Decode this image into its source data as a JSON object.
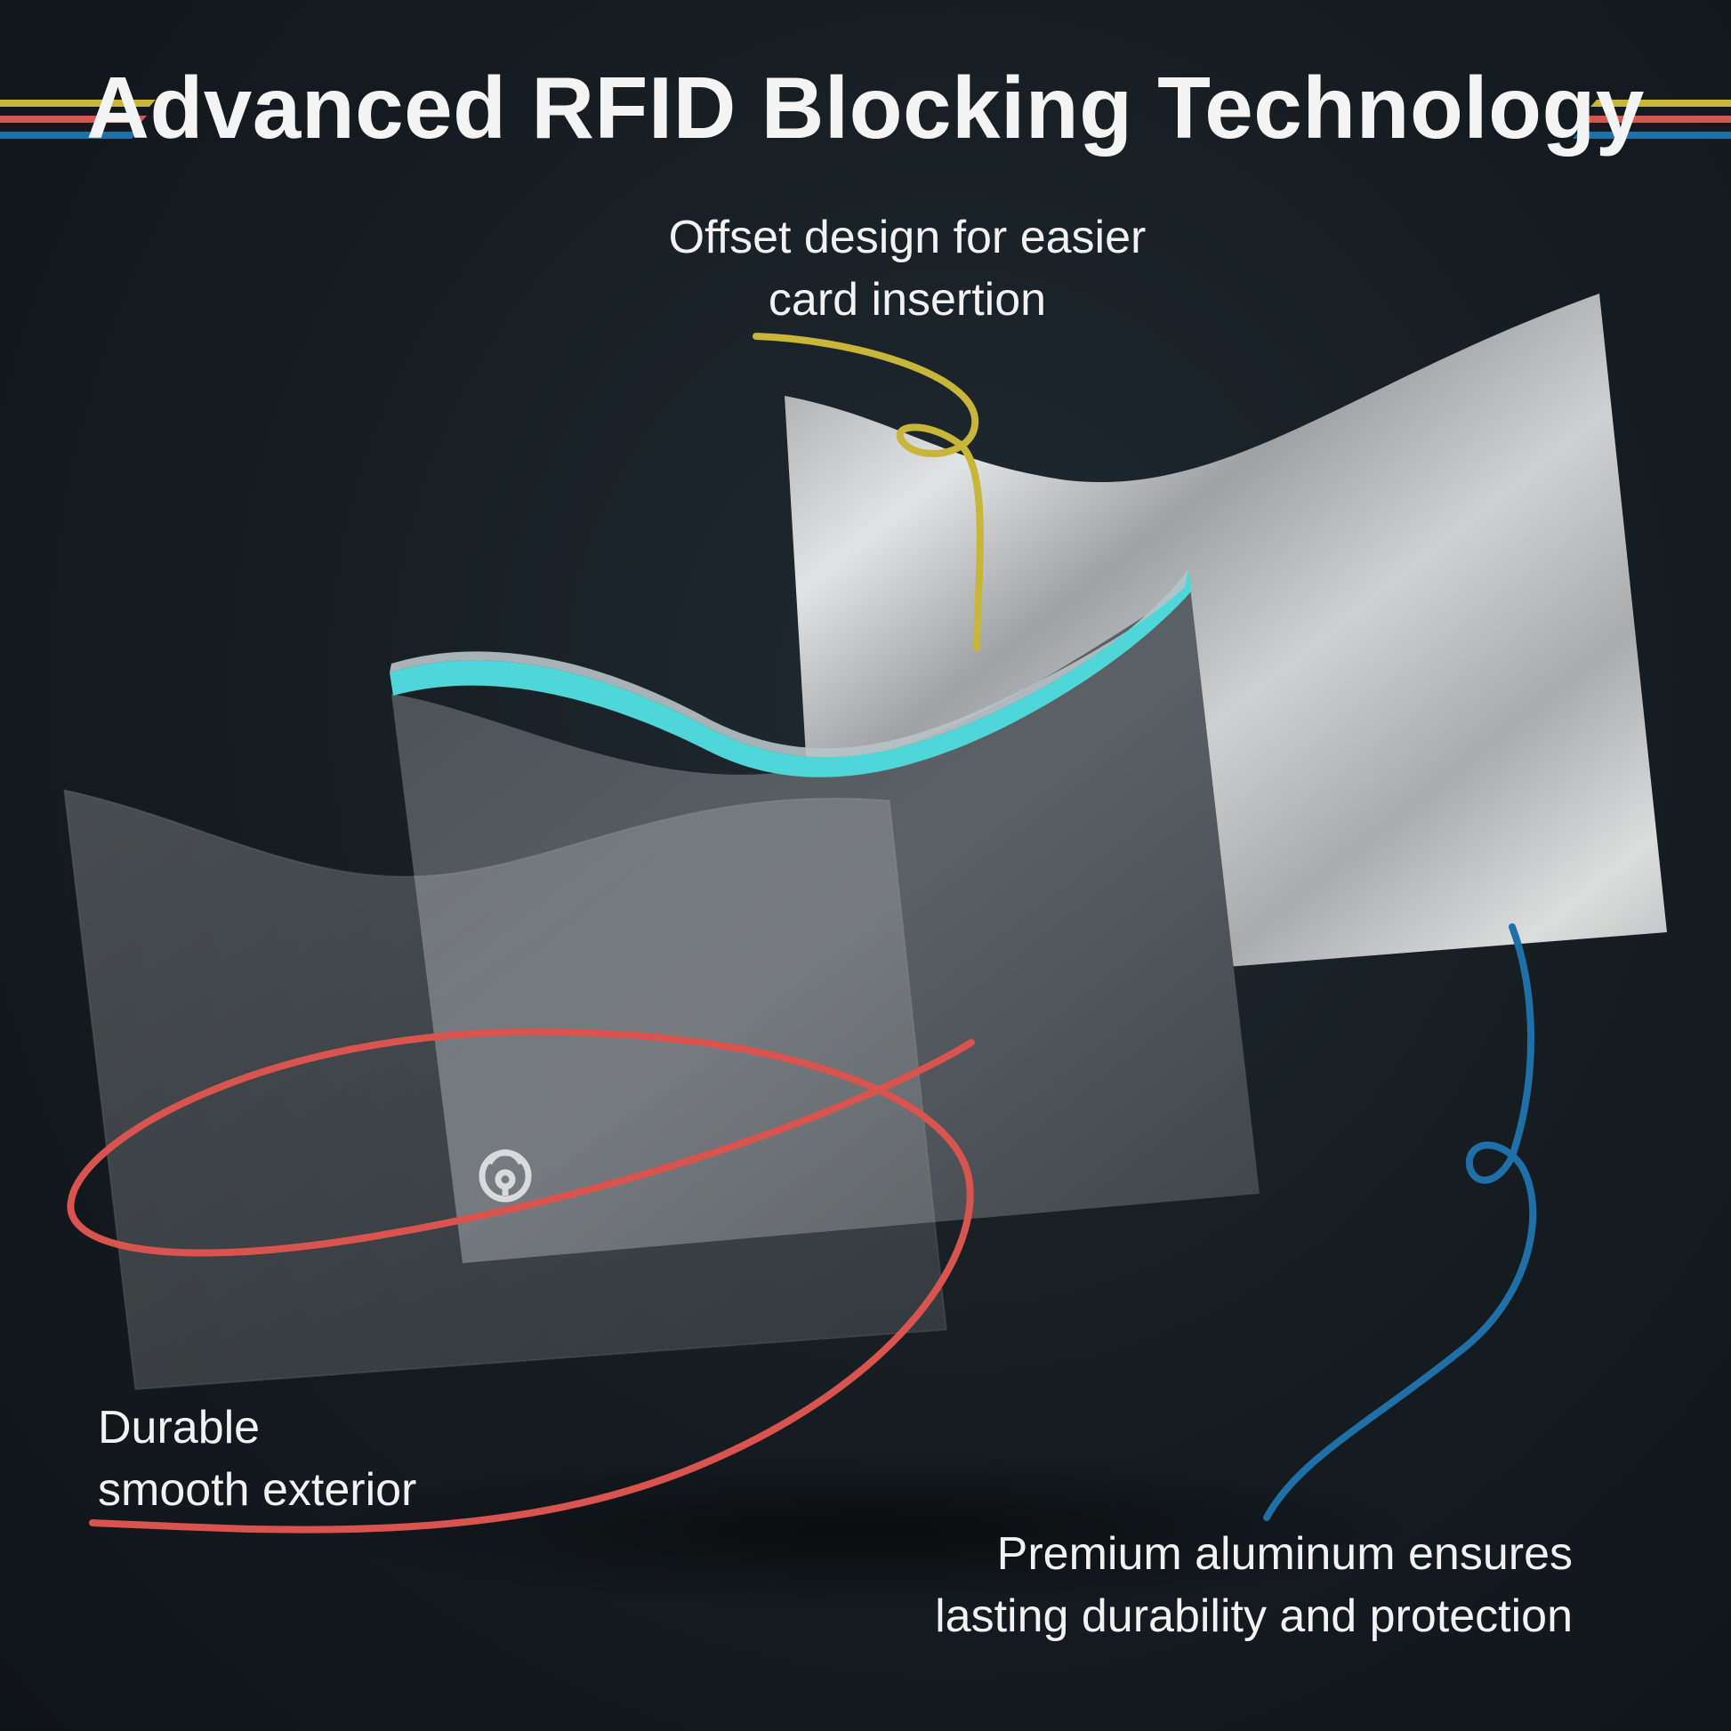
{
  "title": "Advanced RFID Blocking Technology",
  "captions": {
    "offset": [
      "Offset design for easier",
      "card insertion"
    ],
    "durable": [
      "Durable",
      "smooth exterior"
    ],
    "aluminum": [
      "Premium aluminum ensures",
      "lasting durability and protection"
    ]
  },
  "colors": {
    "background": "#151c21",
    "stripe_yellow": "#c8b63a",
    "stripe_red": "#d9534f",
    "stripe_blue": "#1f6fa8",
    "accent_teal": "#4fd6d8"
  },
  "icons": {
    "sleeve_logo": "lock-icon"
  }
}
